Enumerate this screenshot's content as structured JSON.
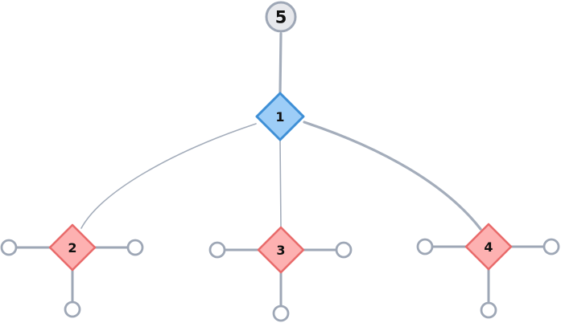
{
  "colors": {
    "edge": "#a4adbb",
    "stub": "#9ea7b6",
    "center_fill": "#9dcdf7",
    "center_stroke": "#3e8fd6",
    "leaf_fill": "#fdb1b1",
    "leaf_stroke": "#e96b6b",
    "root_fill": "#e7e8ec"
  },
  "root": {
    "label": "5",
    "shape": "circle"
  },
  "center": {
    "label": "1",
    "shape": "diamond"
  },
  "leaves": [
    {
      "label": "2",
      "shape": "diamond"
    },
    {
      "label": "3",
      "shape": "diamond"
    },
    {
      "label": "4",
      "shape": "diamond"
    }
  ],
  "edges": [
    {
      "from": "5",
      "to": "1"
    },
    {
      "from": "1",
      "to": "2"
    },
    {
      "from": "1",
      "to": "3"
    },
    {
      "from": "1",
      "to": "4"
    }
  ]
}
